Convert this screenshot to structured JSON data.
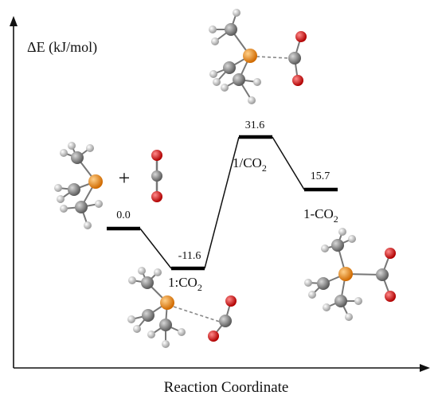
{
  "axis": {
    "ylabel": "ΔE (kJ/mol)",
    "xlabel": "Reaction Coordinate"
  },
  "plus": "+",
  "levels": [
    {
      "energy": "0.0",
      "label": "",
      "label_sub": ""
    },
    {
      "energy": "-11.6",
      "label": "1:CO",
      "label_sub": "2"
    },
    {
      "energy": "31.6",
      "label": "1/CO",
      "label_sub": "2"
    },
    {
      "energy": "15.7",
      "label": "1-CO",
      "label_sub": "2"
    }
  ],
  "colors": {
    "carbon": "#8a8a8a",
    "hydrogen": "#f2f2f2",
    "phosphorus": "#f08c14",
    "oxygen": "#e01010"
  }
}
